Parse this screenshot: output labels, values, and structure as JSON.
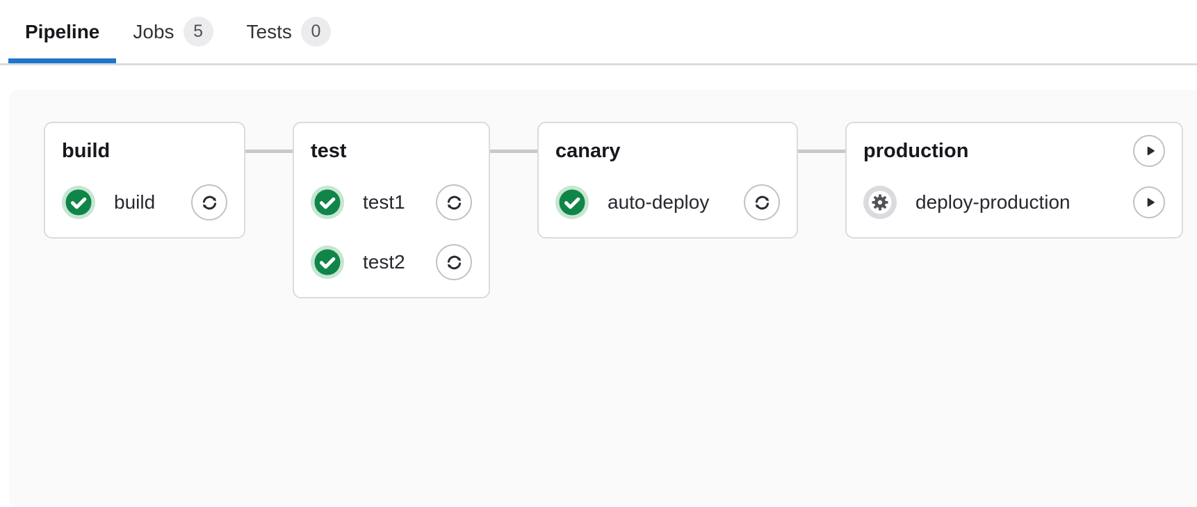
{
  "tabs": {
    "items": [
      {
        "label": "Pipeline",
        "active": true
      },
      {
        "label": "Jobs",
        "count": "5"
      },
      {
        "label": "Tests",
        "count": "0"
      }
    ]
  },
  "pipeline": {
    "stages": [
      {
        "name": "build",
        "header_action": null,
        "jobs": [
          {
            "name": "build",
            "status": "success",
            "status_icon": "check-circle-icon",
            "action": "retry",
            "action_icon": "retry-icon"
          }
        ]
      },
      {
        "name": "test",
        "header_action": null,
        "jobs": [
          {
            "name": "test1",
            "status": "success",
            "status_icon": "check-circle-icon",
            "action": "retry",
            "action_icon": "retry-icon"
          },
          {
            "name": "test2",
            "status": "success",
            "status_icon": "check-circle-icon",
            "action": "retry",
            "action_icon": "retry-icon"
          }
        ]
      },
      {
        "name": "canary",
        "header_action": null,
        "jobs": [
          {
            "name": "auto-deploy",
            "status": "success",
            "status_icon": "check-circle-icon",
            "action": "retry",
            "action_icon": "retry-icon"
          }
        ]
      },
      {
        "name": "production",
        "header_action": "play",
        "header_action_icon": "play-icon",
        "jobs": [
          {
            "name": "deploy-production",
            "status": "manual",
            "status_icon": "gear-circle-icon",
            "action": "play",
            "action_icon": "play-icon"
          }
        ]
      }
    ]
  },
  "colors": {
    "accent_blue": "#1f75cb",
    "success_green": "#108548",
    "success_ring": "#c7e6d3",
    "manual_ring": "#dbdbdf",
    "manual_gear": "#535158",
    "badge_bg": "#ececef",
    "badge_text": "#535158",
    "card_border": "#dcdcde",
    "connector": "#c9c9cd",
    "panel_bg": "#fafafb",
    "text_dark": "#18171d",
    "text_job": "#28272f",
    "glyph_dark": "#2a2931"
  }
}
